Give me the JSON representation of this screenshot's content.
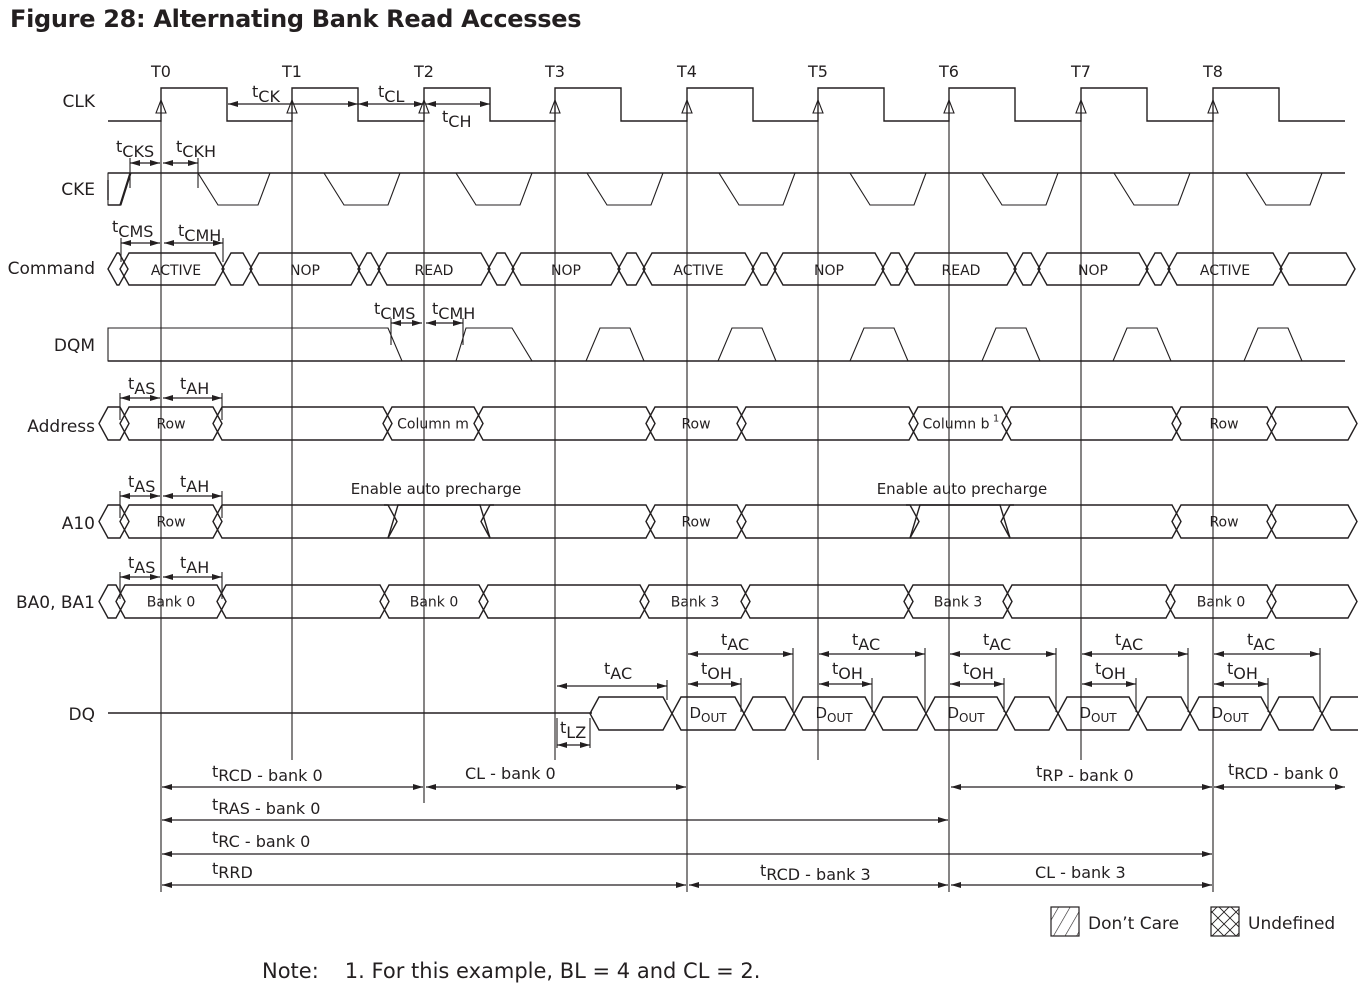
{
  "figure": {
    "title": "Figure 28: Alternating Bank Read Accesses",
    "note_label": "Note:",
    "note_number": "1.",
    "note_text": "For this example, BL = 4 and CL = 2."
  },
  "colors": {
    "line": "#231f20",
    "address_fill": "#c6e0dd",
    "dout_fill": "#b4c1de"
  },
  "clock_edges": [
    "T0",
    "T1",
    "T2",
    "T3",
    "T4",
    "T5",
    "T6",
    "T7",
    "T8"
  ],
  "signals": [
    "CLK",
    "CKE",
    "Command",
    "DQM",
    "Address",
    "A10",
    "BA0, BA1",
    "DQ"
  ],
  "command_sequence": [
    "ACTIVE",
    "NOP",
    "READ",
    "NOP",
    "ACTIVE",
    "NOP",
    "READ",
    "NOP",
    "ACTIVE"
  ],
  "address_values": [
    {
      "edge": "T0",
      "label": "Row"
    },
    {
      "edge": "T2",
      "label": "Column m"
    },
    {
      "edge": "T4",
      "label": "Row"
    },
    {
      "edge": "T6",
      "label": "Column b",
      "superscript": "1"
    },
    {
      "edge": "T8",
      "label": "Row"
    }
  ],
  "a10_values": [
    {
      "edge": "T0",
      "label": "Row"
    },
    {
      "edge": "T4",
      "label": "Row"
    },
    {
      "edge": "T8",
      "label": "Row"
    }
  ],
  "a10_annotations": [
    "Enable auto precharge",
    "Enable auto precharge"
  ],
  "bank_values": [
    {
      "edge": "T0",
      "label": "Bank 0"
    },
    {
      "edge": "T2",
      "label": "Bank 0"
    },
    {
      "edge": "T4",
      "label": "Bank 3"
    },
    {
      "edge": "T6",
      "label": "Bank 3"
    },
    {
      "edge": "T8",
      "label": "Bank 0"
    }
  ],
  "dq_values": [
    "D",
    "D",
    "D",
    "D",
    "D"
  ],
  "dq_sub": "OUT",
  "timing_params": {
    "tCK": {
      "t": "t",
      "sub": "CK"
    },
    "tCL": {
      "t": "t",
      "sub": "CL"
    },
    "tCH": {
      "t": "t",
      "sub": "CH"
    },
    "tCKS": {
      "t": "t",
      "sub": "CKS"
    },
    "tCKH": {
      "t": "t",
      "sub": "CKH"
    },
    "tCMS": {
      "t": "t",
      "sub": "CMS"
    },
    "tCMH": {
      "t": "t",
      "sub": "CMH"
    },
    "tAS": {
      "t": "t",
      "sub": "AS"
    },
    "tAH": {
      "t": "t",
      "sub": "AH"
    },
    "tAC": {
      "t": "t",
      "sub": "AC"
    },
    "tOH": {
      "t": "t",
      "sub": "OH"
    },
    "tLZ": {
      "t": "t",
      "sub": "LZ"
    }
  },
  "intervals": [
    {
      "sub": "RCD",
      "suffix": " - bank 0",
      "from": "T0",
      "to": "T2"
    },
    {
      "sub": "",
      "prefix": "CL - bank 0",
      "from": "T2",
      "to": "T4"
    },
    {
      "sub": "RP",
      "suffix": " - bank 0",
      "from": "T6",
      "to": "T8"
    },
    {
      "sub": "RCD",
      "suffix": " - bank 0",
      "from": "T8",
      "to": "end"
    },
    {
      "sub": "RAS",
      "suffix": " - bank 0",
      "from": "T0",
      "to": "T6"
    },
    {
      "sub": "RC",
      "suffix": " - bank 0",
      "from": "T0",
      "to": "T8"
    },
    {
      "sub": "RRD",
      "suffix": "",
      "from": "T0",
      "to": "T4"
    },
    {
      "sub": "RCD",
      "suffix": " - bank 3",
      "from": "T4",
      "to": "T6"
    },
    {
      "sub": "",
      "prefix": "CL - bank 3",
      "from": "T6",
      "to": "T8"
    }
  ],
  "legend": {
    "dont_care": "Don’t Care",
    "undefined": "Undefined"
  }
}
